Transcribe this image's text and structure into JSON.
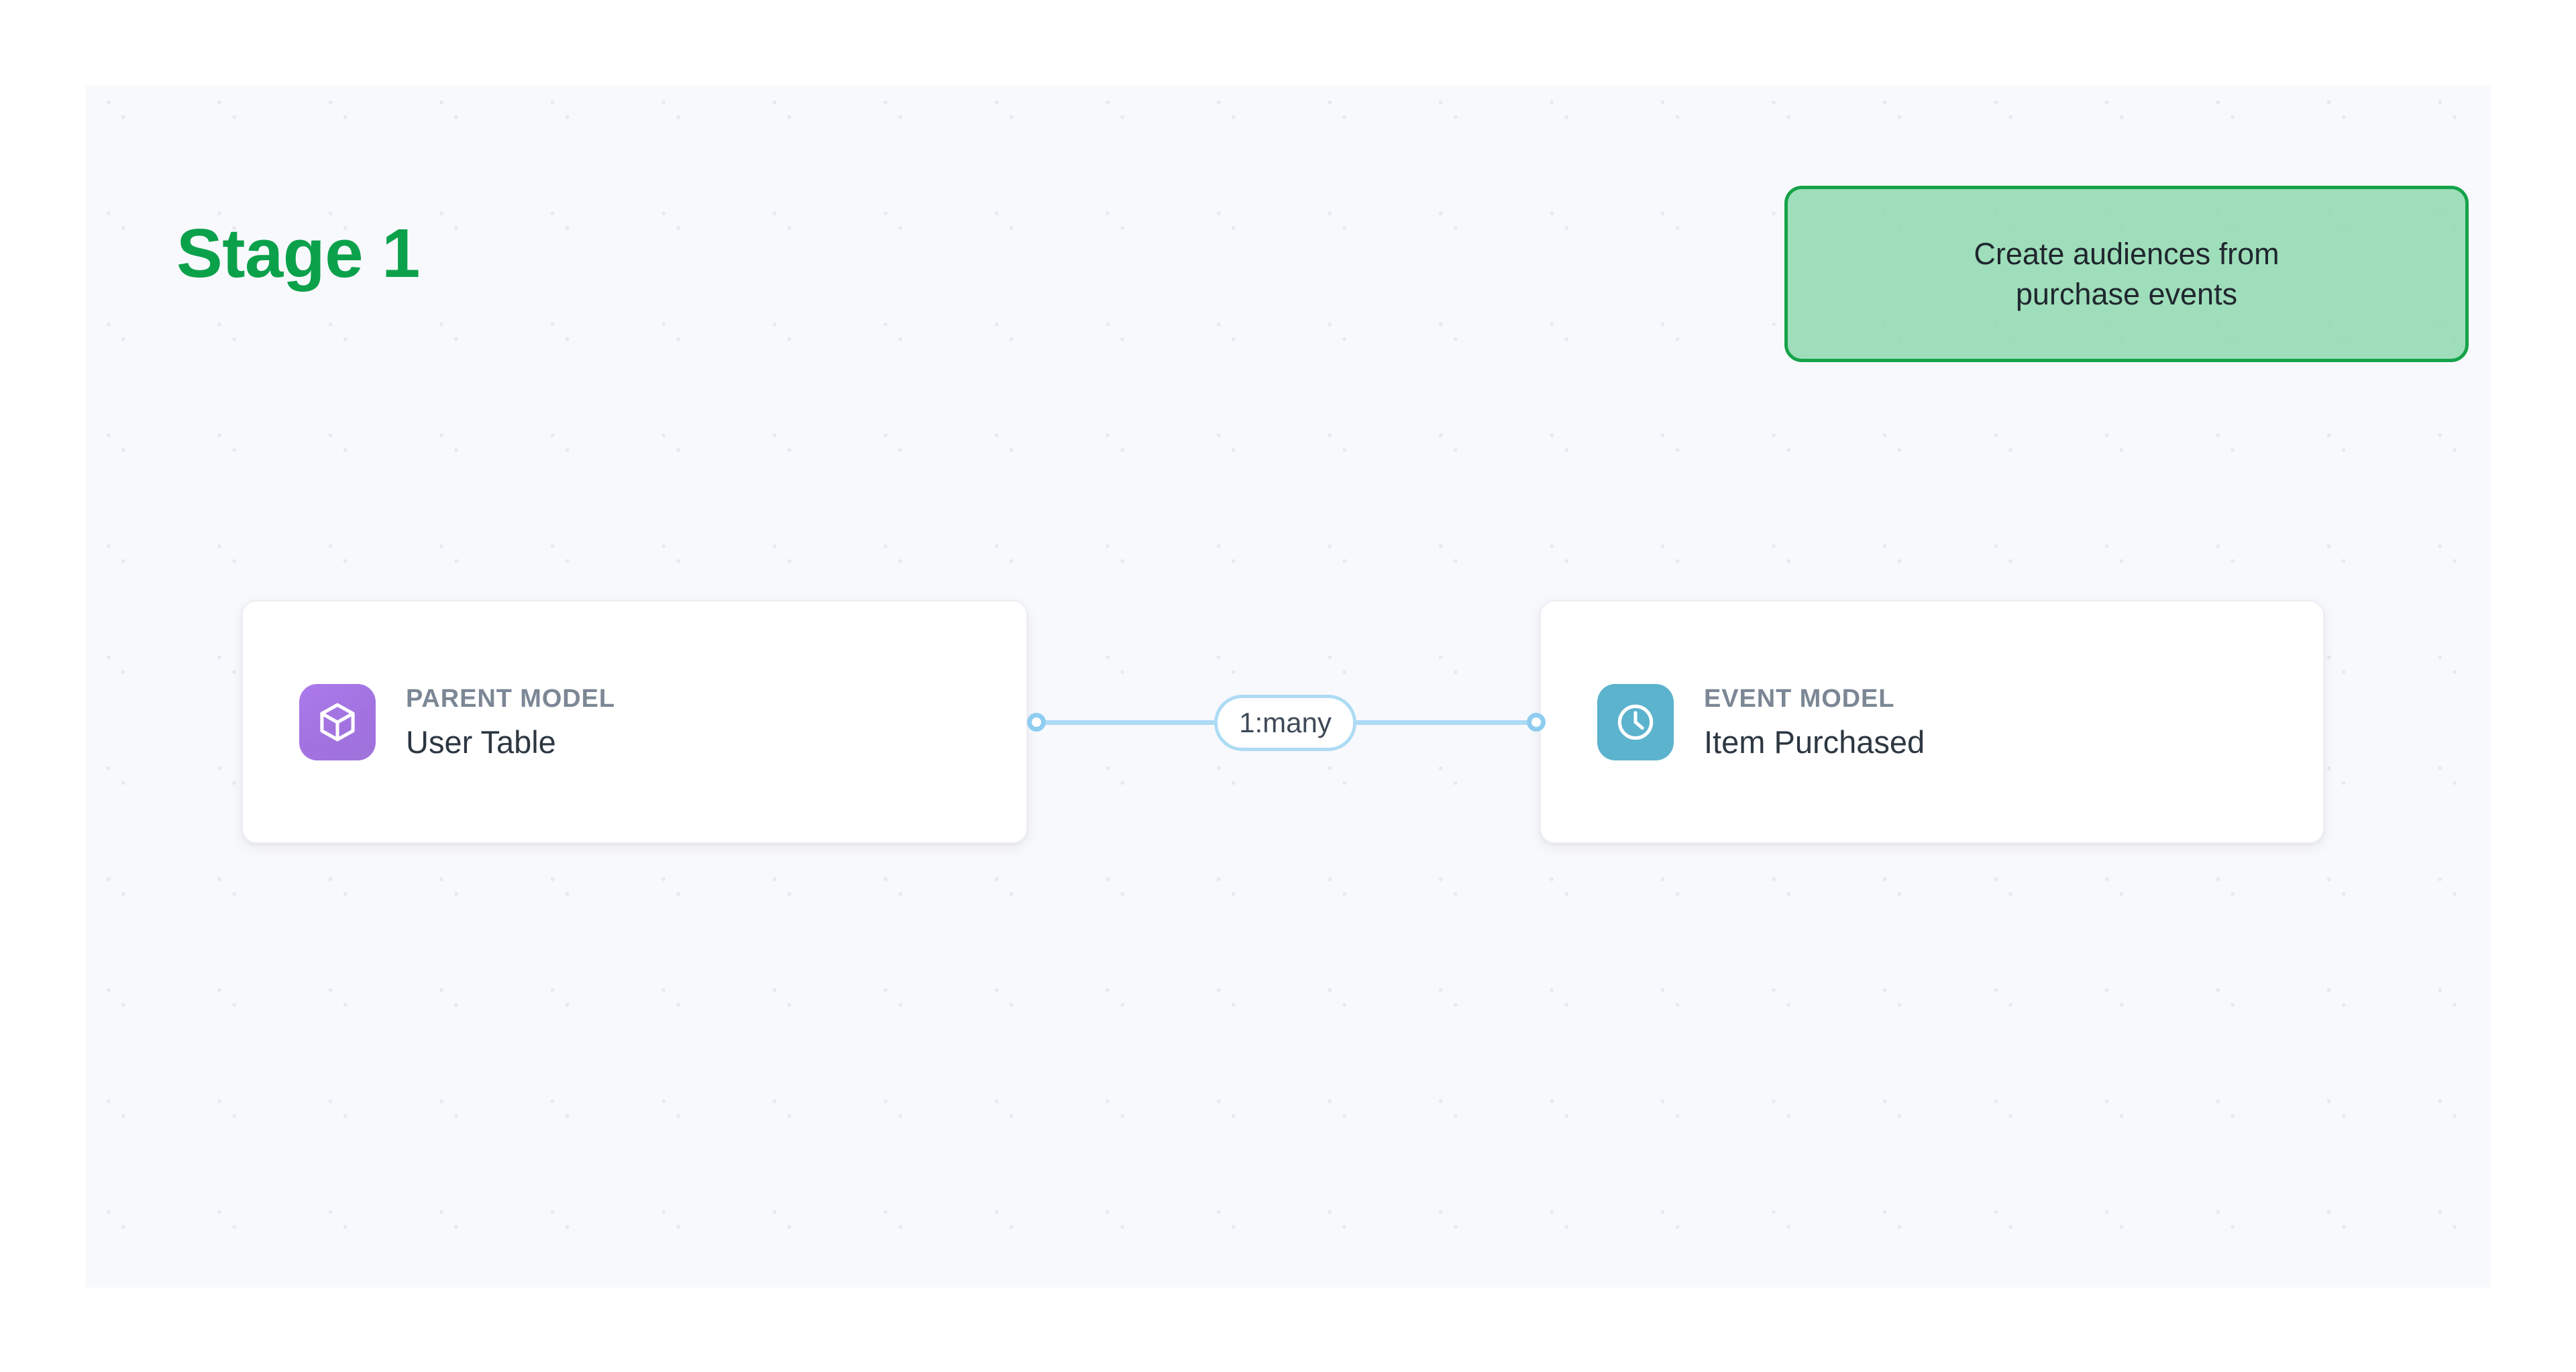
{
  "stage": {
    "title": "Stage 1"
  },
  "callout": {
    "text": "Create audiences from\npurchase events",
    "fill_color": "#91dab0",
    "border_color": "#15a349",
    "text_color": "#20262e"
  },
  "canvas": {
    "background_color": "#f8f9fc",
    "dot_color": "#e6e9ef"
  },
  "nodes": [
    {
      "id": "parent-model",
      "kicker": "PARENT MODEL",
      "name": "User Table",
      "icon": "cube-icon",
      "icon_tile_color": "#a273e0",
      "kicker_color": "#7c8795",
      "name_color": "#2d3742"
    },
    {
      "id": "event-model",
      "kicker": "EVENT MODEL",
      "name": "Item Purchased",
      "icon": "clock-icon",
      "icon_tile_color": "#5cb3cd",
      "kicker_color": "#7c8795",
      "name_color": "#2d3742"
    }
  ],
  "edge": {
    "cardinality_label": "1:many",
    "line_color": "#addbf4",
    "source": "parent-model",
    "target": "event-model"
  }
}
